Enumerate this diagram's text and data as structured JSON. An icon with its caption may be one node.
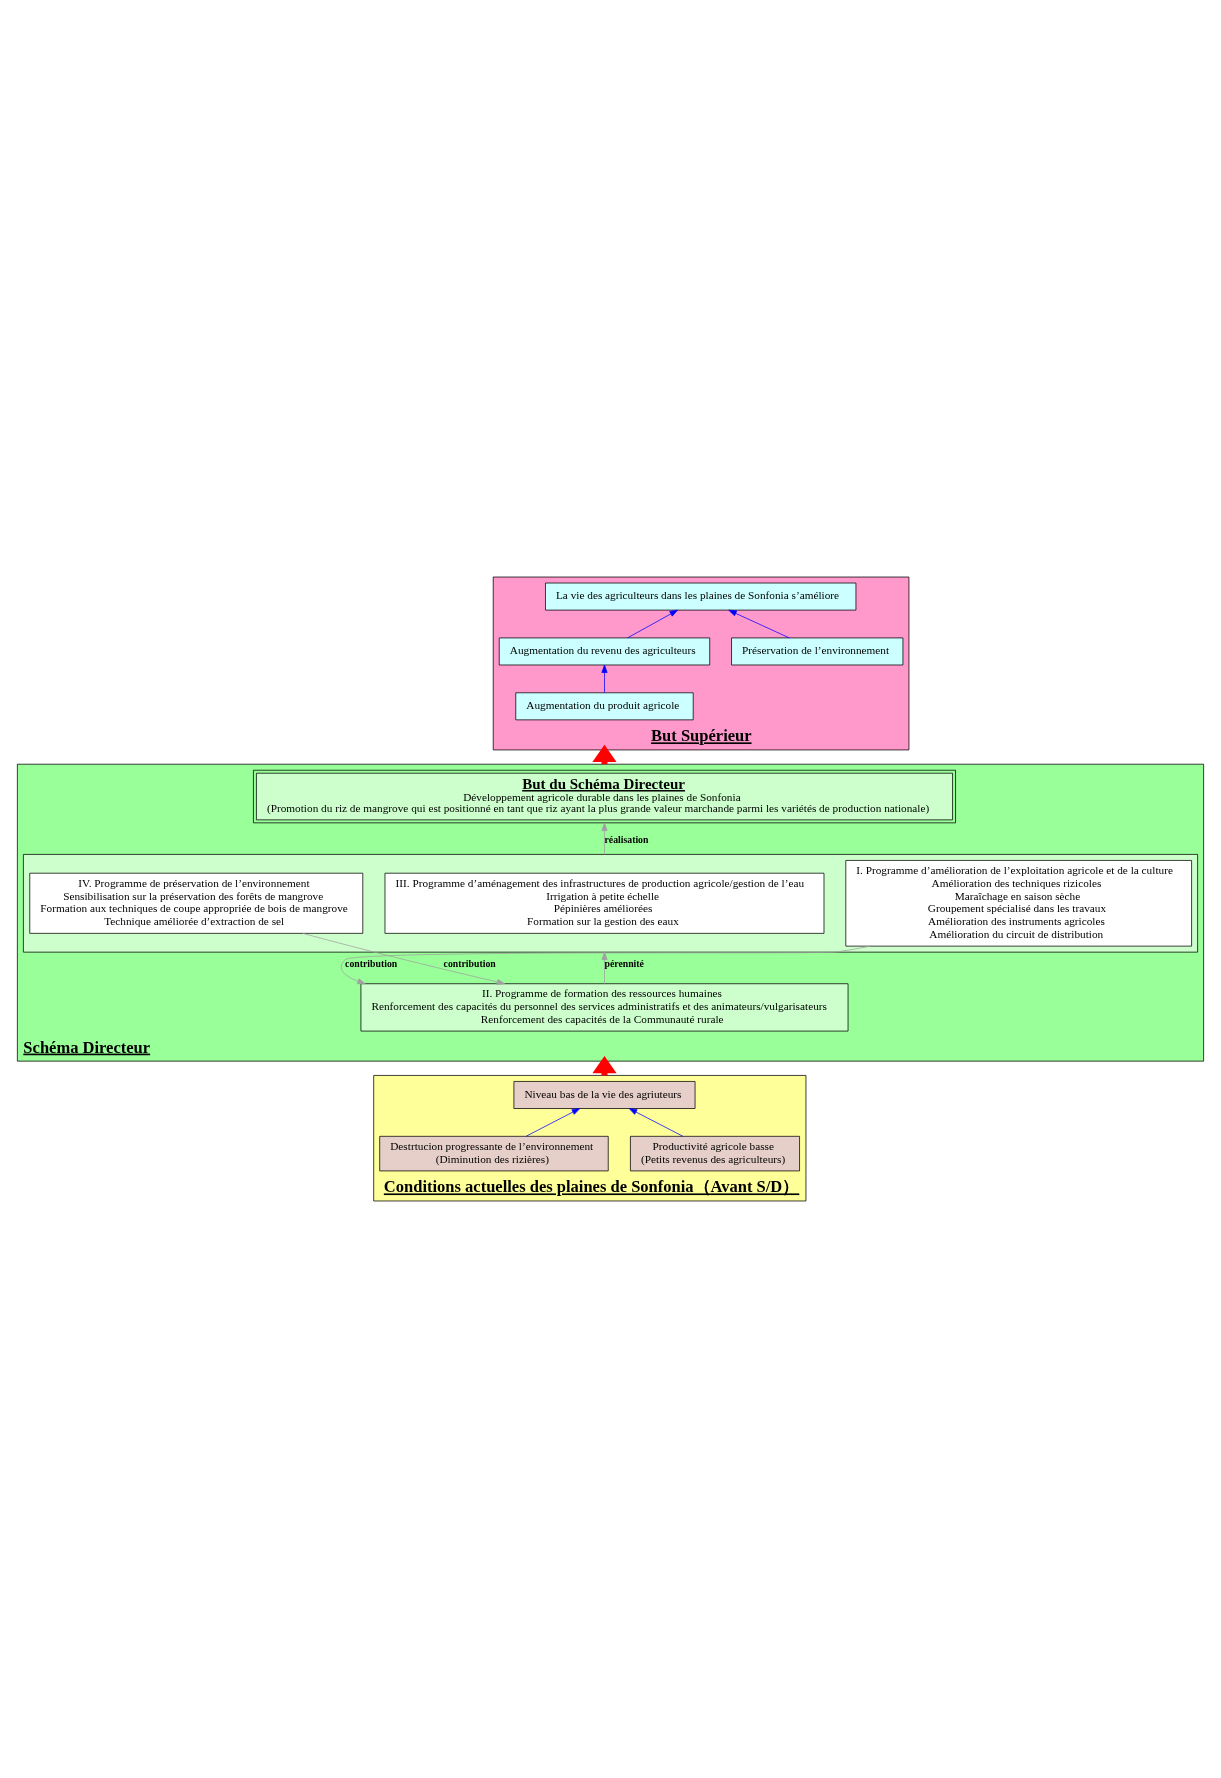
{
  "diagram": {
    "nodes": [
      {
        "text": [
          "But Supérieur"
        ]
      },
      {
        "text": [
          "La vie des agriculteurs dans les plaines de Sonfonia s’améliore"
        ],
        "in": 0
      },
      {
        "text": [
          "Augmentation du revenu des agriculteurs"
        ],
        "in": 0
      },
      {
        "text": [
          "Préservation de l’environnement"
        ],
        "in": 0
      },
      {
        "text": [
          "Augmentation du produit agricole"
        ],
        "in": 0
      },
      {
        "text": [
          "Schéma Directeur"
        ]
      },
      {
        "text": [
          "But du Schéma Directeur",
          "Développement agricole durable dans les plaines de Sonfonia",
          "(Promotion du riz de mangrove qui est positionné en tant que riz ayant la plus grande valeur marchande parmi les variétés de production nationale)"
        ],
        "in": 5
      },
      {
        "text": [],
        "shape": "box",
        "in": 5
      },
      {
        "text": [
          "I. Programme d’amélioration de l’exploitation agricole et de la culture",
          "Amélioration des techniques rizicoles",
          "Maraîchage en saison sèche",
          "Groupement spécialisé dans les travaux",
          "Amélioration des instruments agricoles",
          "Amélioration du circuit de distribution"
        ],
        "in": 7
      },
      {
        "text": [
          "III. Programme d’aménagement des infrastructures de production agricole/gestion de l’eau",
          "Irrigation à petite échelle",
          "Pépinières améliorées",
          "Formation sur la gestion des eaux"
        ],
        "in": 7
      },
      {
        "text": [
          "IV. Programme de préservation de l’environnement",
          "Sensibilisation sur la préservation des forêts de mangrove",
          "Formation aux techniques de coupe appropriée de bois de mangrove",
          "Technique améliorée d’extraction de sel"
        ],
        "in": 7
      },
      {
        "text": [
          "II. Programme de formation des ressources humaines",
          "Renforcement des capacités du personnel des services administratifs et des animateurs/vulgarisateurs",
          "Renforcement des capacités de la Communauté rurale"
        ],
        "in": 5
      },
      {
        "text": [
          "Conditions actuelles des plaines de Sonfonia（Avant S/D）"
        ]
      },
      {
        "text": [
          "Niveau bas de la vie des agriuteurs"
        ],
        "in": 12
      },
      {
        "text": [
          "Productivité agricole basse",
          "(Petits revenus des agriculteurs)"
        ],
        "in": 12
      },
      {
        "text": [
          "Destrtucion progressante de l’environnement",
          "(Diminution des rizières)"
        ],
        "in": 12
      }
    ],
    "edges": [
      {
        "from": 2,
        "to": 1,
        "arrow": "to",
        "color": "#0000ff"
      },
      {
        "from": 3,
        "to": 1,
        "arrow": "to",
        "color": "#0000ff"
      },
      {
        "from": 4,
        "to": 2,
        "arrow": "to",
        "color": "#0000ff"
      },
      {
        "from": 5,
        "to": 0,
        "arrow": "to",
        "style": "thick",
        "color": "#ff0000"
      },
      {
        "from": 7,
        "to": 6,
        "arrow": "to",
        "label": "réalisation",
        "color": "#a0a0a0"
      },
      {
        "from": 8,
        "to": 11,
        "arrow": "to",
        "label": "contribution",
        "color": "#a0a0a0"
      },
      {
        "from": 11,
        "to": 7,
        "arrow": "to",
        "label": "pérennité",
        "color": "#a0a0a0"
      },
      {
        "from": 10,
        "to": 11,
        "arrow": "to",
        "label": "contribution",
        "color": "#a0a0a0"
      },
      {
        "from": 12,
        "to": 5,
        "arrow": "to",
        "style": "thick",
        "color": "#ff0000"
      },
      {
        "from": 14,
        "to": 13,
        "arrow": "to",
        "color": "#0000ff"
      },
      {
        "from": 15,
        "to": 13,
        "arrow": "to",
        "color": "#0000ff"
      }
    ]
  }
}
